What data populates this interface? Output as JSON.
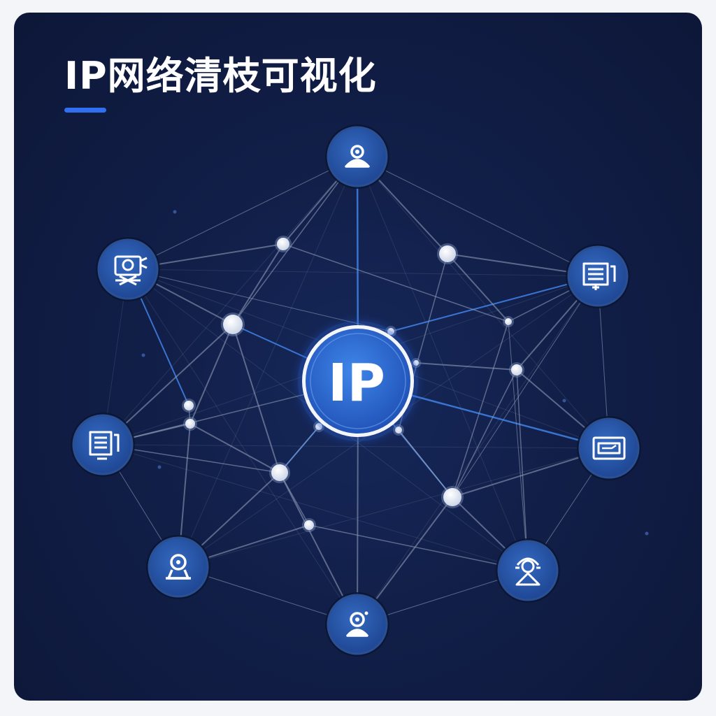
{
  "title": "IP网络清枝可视化",
  "hub": {
    "label": "IP"
  },
  "colors": {
    "background": "#111e47",
    "accent": "#2f6ff0",
    "node_fill": "#2a5cb0",
    "link_gray": "#8d9ab6",
    "link_blue": "#3f82e6"
  },
  "icon_nodes": [
    {
      "id": "top",
      "icon": "location-person-icon"
    },
    {
      "id": "upper-left",
      "icon": "camera-person-icon"
    },
    {
      "id": "upper-right",
      "icon": "document-monitor-icon"
    },
    {
      "id": "left",
      "icon": "document-monitor-icon"
    },
    {
      "id": "right",
      "icon": "screen-card-icon"
    },
    {
      "id": "lower-left",
      "icon": "webcam-person-icon"
    },
    {
      "id": "lower-right",
      "icon": "person-headset-icon"
    },
    {
      "id": "bottom",
      "icon": "location-person-icon"
    }
  ]
}
